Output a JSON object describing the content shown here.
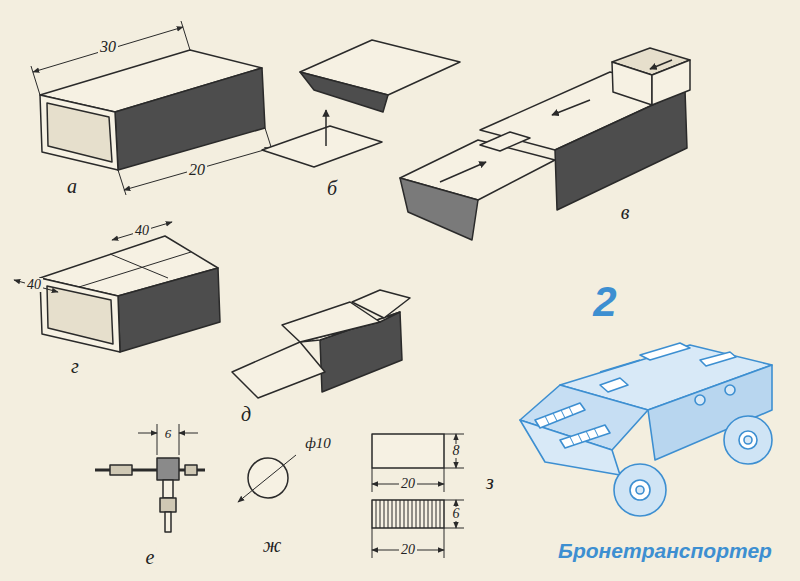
{
  "diagram": {
    "labels": [
      "30",
      "20",
      "а",
      "б",
      "в",
      "40",
      "40",
      "г",
      "д",
      "2",
      "6",
      "ф10",
      "8",
      "20",
      "з",
      "6",
      "20",
      "е",
      "ж",
      "Бронетранспортер"
    ]
  }
}
